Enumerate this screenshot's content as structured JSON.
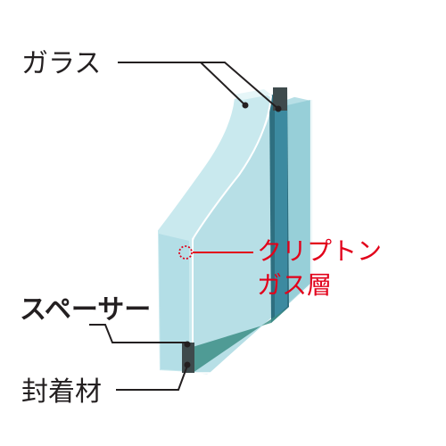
{
  "labels": {
    "glass": "ガラス",
    "krypton_line1": "クリプトン",
    "krypton_line2": "ガス層",
    "spacer": "スペーサー",
    "sealant": "封着材"
  },
  "colors": {
    "label_text": "#231f20",
    "gas_layer_text": "#e2001a",
    "glass_face": "#bfe4ea",
    "glass_side": "#9fd3db",
    "glass_edge": "#dff3f5",
    "spacer": "#3e4a4c",
    "leader_line": "#231f20",
    "gas_marker": "#e2001a"
  }
}
